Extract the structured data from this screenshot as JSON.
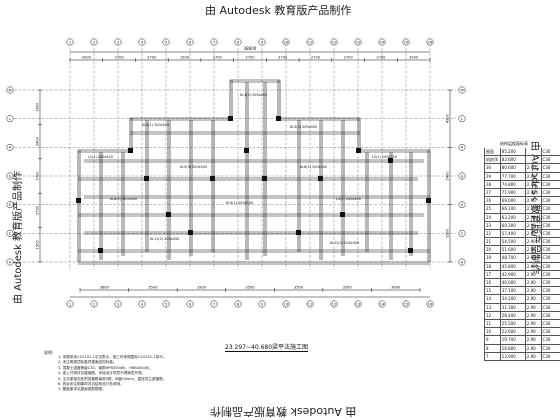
{
  "watermark": "由 Autodesk 教育版产品制作",
  "plan_title": "23 297~40.680梁平法施工图",
  "dimensions": {
    "total_top": "38600",
    "top_segments": [
      "3900",
      "2700",
      "2700",
      "1500",
      "2700",
      "2700",
      "2700",
      "2700",
      "2700",
      "2700",
      "3900"
    ],
    "bottom_segments": [
      "3600",
      "3500",
      "2900",
      "3500",
      "3500",
      "3500",
      "3600"
    ],
    "left_side": [
      "1800",
      "2400",
      "1700",
      "2700",
      "1500"
    ],
    "right_side": [
      "4500",
      "2400",
      "1500"
    ]
  },
  "axis_labels": {
    "top": [
      "1",
      "2",
      "3",
      "4",
      "5",
      "6",
      "7",
      "8",
      "9",
      "10",
      "11",
      "12",
      "13",
      "14",
      "15",
      "16"
    ],
    "left": [
      "M",
      "L",
      "H",
      "G",
      "E",
      "C",
      "A"
    ],
    "right": [
      "M",
      "L",
      "H",
      "G",
      "E",
      "C",
      "A"
    ]
  },
  "notes": {
    "head": "说明:",
    "lines": [
      "1. 本图采用11G101-1平法表示，施工时参照国标11G101-1执行。",
      "2. 未注明梁顶标高同楼面结构标高。",
      "3. 混凝土强度等级C30，钢筋HPB300(Φ)，HRB400(Φ)。",
      "4. 梁上开洞详见建施图，未经设计同意不得随意开洞。",
      "5. 主次梁相交处附加箍筋每侧3根，间距50mm，直径同主梁箍筋。",
      "6. 其余未注明事项详见结构设计总说明。",
      "7. 屋面梁详见屋面梁配筋图。"
    ]
  },
  "elevation_table": {
    "title": "结构层楼面标高",
    "rows": [
      [
        "屋面",
        "85.200",
        "",
        "C30"
      ],
      [
        "机房顶",
        "82.600",
        "",
        "C30"
      ],
      [
        "30",
        "80.600",
        "2.90",
        "C30"
      ],
      [
        "29",
        "77.700",
        "2.90",
        "C30"
      ],
      [
        "28",
        "74.800",
        "2.90",
        "C30"
      ],
      [
        "27",
        "71.900",
        "2.90",
        "C30"
      ],
      [
        "26",
        "69.000",
        "2.90",
        "C30"
      ],
      [
        "25",
        "66.100",
        "2.90",
        "C30"
      ],
      [
        "24",
        "63.200",
        "2.90",
        "C30"
      ],
      [
        "23",
        "60.300",
        "2.90",
        "C30"
      ],
      [
        "22",
        "57.400",
        "2.90",
        "C30"
      ],
      [
        "21",
        "54.500",
        "2.90",
        "C30"
      ],
      [
        "20",
        "51.600",
        "2.90",
        "C30"
      ],
      [
        "19",
        "48.700",
        "2.90",
        "C30"
      ],
      [
        "18",
        "45.800",
        "2.90",
        "C30"
      ],
      [
        "17",
        "42.900",
        "2.90",
        "C30"
      ],
      [
        "16",
        "40.000",
        "2.90",
        "C30"
      ],
      [
        "15",
        "37.100",
        "2.90",
        "C30"
      ],
      [
        "14",
        "34.200",
        "2.90",
        "C30"
      ],
      [
        "13",
        "31.300",
        "2.90",
        "C30"
      ],
      [
        "12",
        "28.400",
        "2.90",
        "C30"
      ],
      [
        "11",
        "25.500",
        "2.90",
        "C30"
      ],
      [
        "10",
        "22.600",
        "2.90",
        "C30"
      ],
      [
        "9",
        "19.700",
        "2.90",
        "C30"
      ],
      [
        "8",
        "16.800",
        "2.90",
        "C30"
      ],
      [
        "7",
        "13.900",
        "2.90",
        "C30"
      ]
    ]
  },
  "beam_labels": [
    "KL1(2) 200x400",
    "KL2(1) 200x500",
    "KL3(2) 200x450",
    "L1(1) 200x400",
    "KL5(3) 200x500",
    "KL6(1) 200x400",
    "L2(1) 200x350",
    "KL8(2) 200x500",
    "KL9(1) 250x500",
    "L3(1) 200x400",
    "KL11(2) 200x450",
    "KL12(1) 200x400"
  ],
  "colors": {
    "line": "#111111",
    "grid": "#333333",
    "table": "#555555"
  }
}
